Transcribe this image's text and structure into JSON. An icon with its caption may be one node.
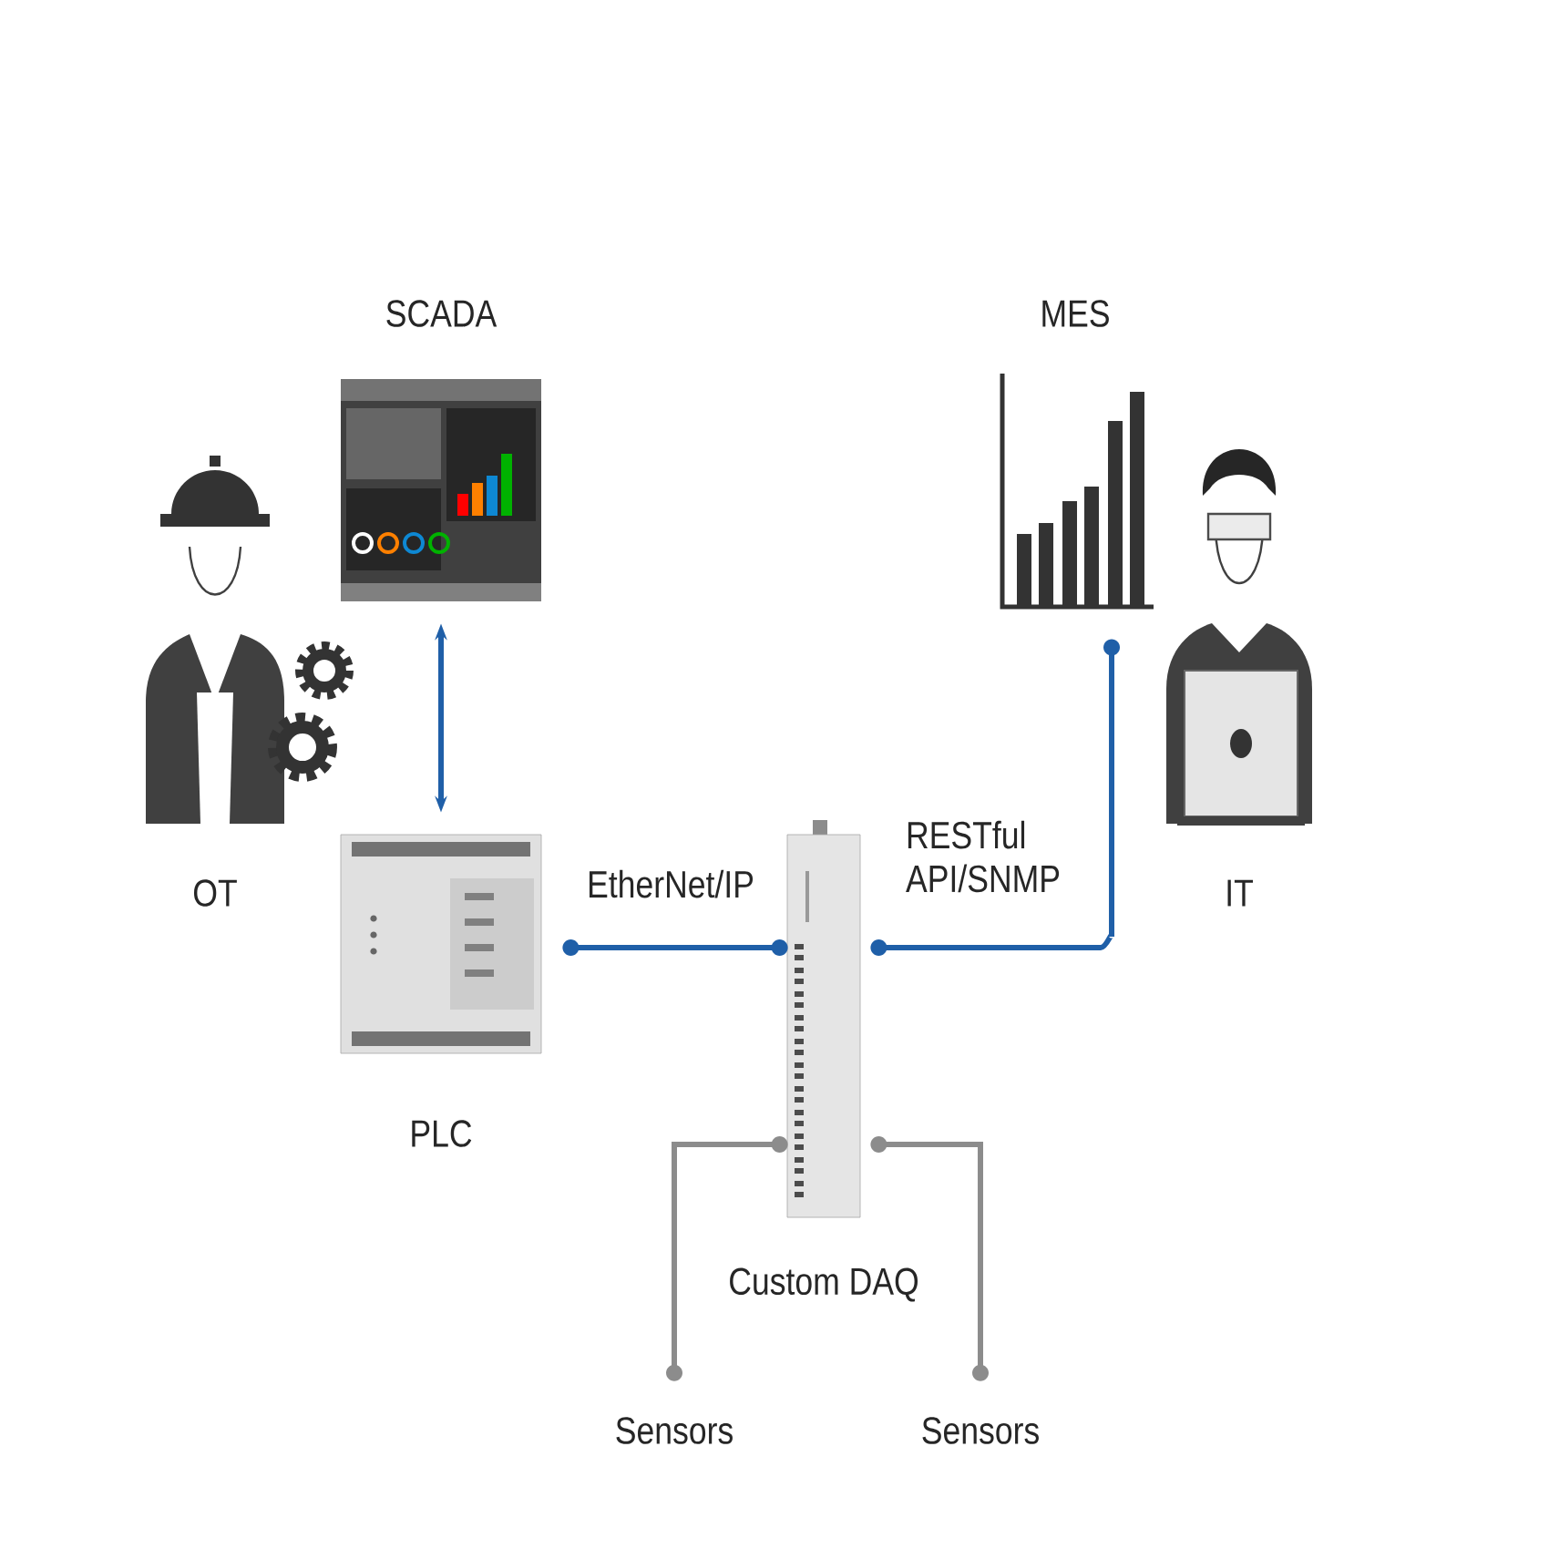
{
  "diagram": {
    "nodes": [
      {
        "text": [
          "SCADA"
        ]
      },
      {
        "text": [
          "MES"
        ]
      },
      {
        "text": [
          "OT"
        ]
      },
      {
        "text": [
          "IT"
        ]
      },
      {
        "text": [
          "PLC"
        ]
      },
      {
        "text": [
          "Custom DAQ"
        ]
      },
      {
        "text": [
          "Sensors"
        ]
      },
      {
        "text": [
          "Sensors"
        ]
      }
    ],
    "edges": [
      {
        "from": 0,
        "to": 4,
        "arrow": "both"
      },
      {
        "from": 4,
        "to": 5,
        "arrow": "other",
        "label": "EtherNet/IP"
      },
      {
        "from": 5,
        "to": 1,
        "arrow": "other",
        "label": "RESTful API/SNMP"
      },
      {
        "from": 5,
        "to": 6,
        "arrow": "other",
        "color": "#8c8c8c"
      },
      {
        "from": 5,
        "to": 7,
        "arrow": "other",
        "color": "#8c8c8c"
      }
    ]
  }
}
